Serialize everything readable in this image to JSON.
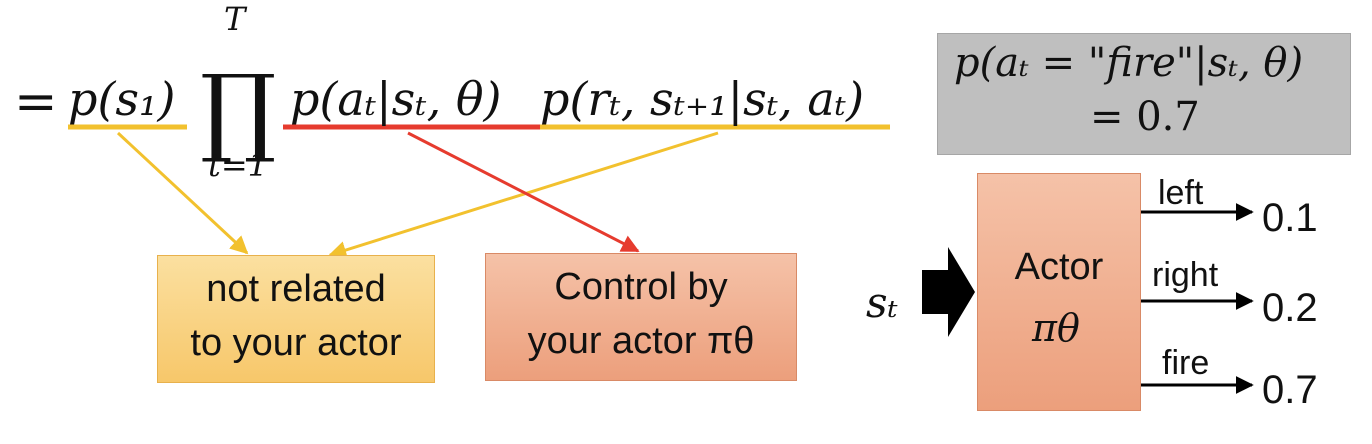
{
  "equation": {
    "equals": "=",
    "initial_state": "p(s₁)",
    "product_upper": "T",
    "product_lower": "t=1",
    "policy_term": "p(aₜ|sₜ, θ)",
    "env_term": "p(rₜ, sₜ₊₁|sₜ, aₜ)"
  },
  "probability_box": {
    "line1": "p(aₜ = \"fire\"|sₜ, θ)",
    "line2": "= 0.7"
  },
  "not_related_box": {
    "line1": "not related",
    "line2": "to your actor"
  },
  "control_box": {
    "line1": "Control by",
    "line2": "your actor πθ"
  },
  "actor": {
    "input_label": "sₜ",
    "label": "Actor",
    "symbol": "πθ",
    "outputs": [
      {
        "action": "left",
        "prob": "0.1"
      },
      {
        "action": "right",
        "prob": "0.2"
      },
      {
        "action": "fire",
        "prob": "0.7"
      }
    ]
  },
  "colors": {
    "env_underline": "#f2c12e",
    "policy_underline": "#e63b2e",
    "gray_box": "#bfbfbf"
  }
}
